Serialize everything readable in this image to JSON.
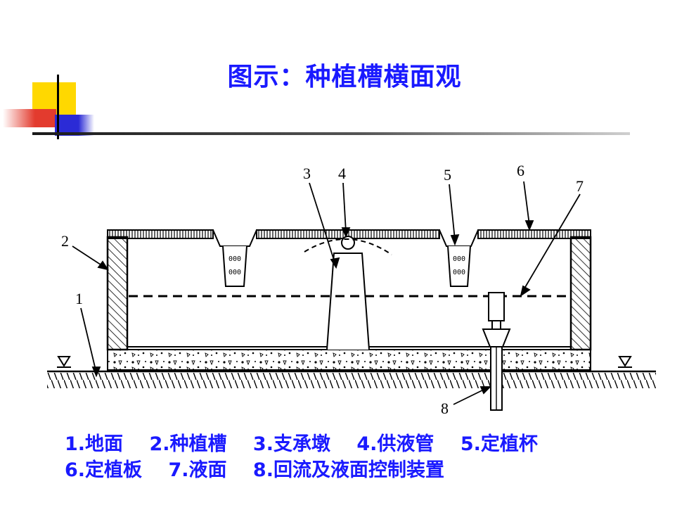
{
  "title": "图示：种植槽横面观",
  "colors": {
    "title": "#1a1aff",
    "legend": "#1a1aff",
    "deco_yellow": "#ffd800",
    "deco_red": "#e33b2e",
    "deco_blue": "#2b2bd6",
    "line": "#000000"
  },
  "diagram": {
    "callouts": [
      "1",
      "2",
      "3",
      "4",
      "5",
      "6",
      "7",
      "8"
    ]
  },
  "legend": {
    "row1": [
      "1.地面",
      "2.种植槽",
      "3.支承墩",
      "4.供液管",
      "5.定植杯"
    ],
    "row2": [
      "6.定植板",
      "7.液面",
      "8.回流及液面控制装置"
    ]
  }
}
